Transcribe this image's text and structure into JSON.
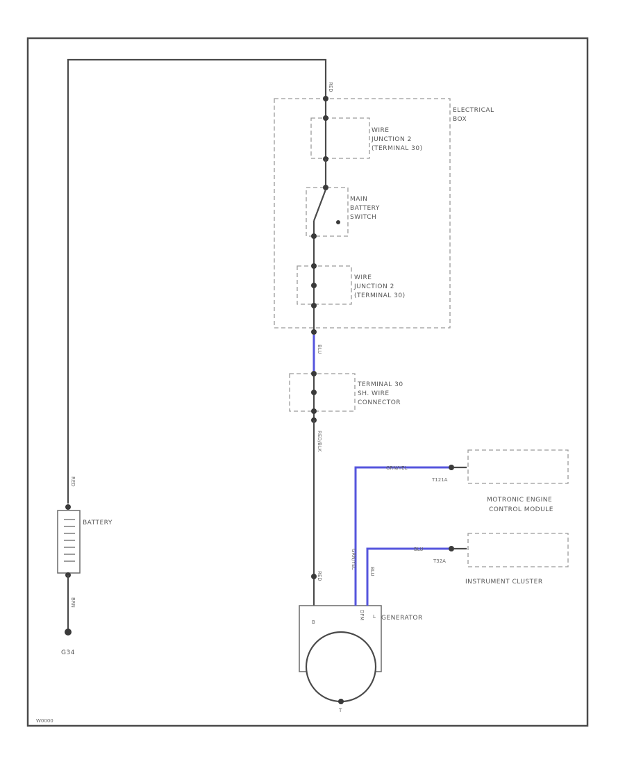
{
  "electrical_box": {
    "label_line1": "ELECTRICAL",
    "label_line2": "BOX"
  },
  "junction_top": {
    "line1": "WIRE",
    "line2": "JUNCTION 2",
    "line3": "(TERMINAL 30)"
  },
  "main_switch": {
    "line1": "MAIN",
    "line2": "BATTERY",
    "line3": "SWITCH"
  },
  "junction_bottom": {
    "line1": "WIRE",
    "line2": "JUNCTION 2",
    "line3": "(TERMINAL 30)"
  },
  "connector": {
    "line1": "TERMINAL 30",
    "line2": "SH. WIRE",
    "line3": "CONNECTOR"
  },
  "battery": {
    "label": "BATTERY"
  },
  "ground": {
    "label": "G34"
  },
  "generator": {
    "label": "GENERATOR",
    "pin_b": "B",
    "pin_dfm": "DFM",
    "pin_l": "L",
    "pin_g": "T"
  },
  "engine_module": {
    "pin": "T121A",
    "line1": "MOTRONIC ENGINE",
    "line2": "CONTROL MODULE"
  },
  "instrument_cluster": {
    "pin": "T32A",
    "label": "INSTRUMENT CLUSTER"
  },
  "wire_labels": {
    "top_wire": "RED",
    "battery_pos": "RED",
    "battery_neg": "BRN",
    "blue_wire": "BLU",
    "gen_b": "RED",
    "lower_wire": "RED/BLK",
    "dfm_wire": "GRN/YEL",
    "dfm_vert": "GRN/YEL",
    "l_wire": "BLU",
    "l_vert": "BLU"
  },
  "footer_code": "W0000",
  "colors": {
    "wire": "#4a4a4a",
    "blue_wire": "#5555dd",
    "dashed": "#9a9a9a"
  }
}
